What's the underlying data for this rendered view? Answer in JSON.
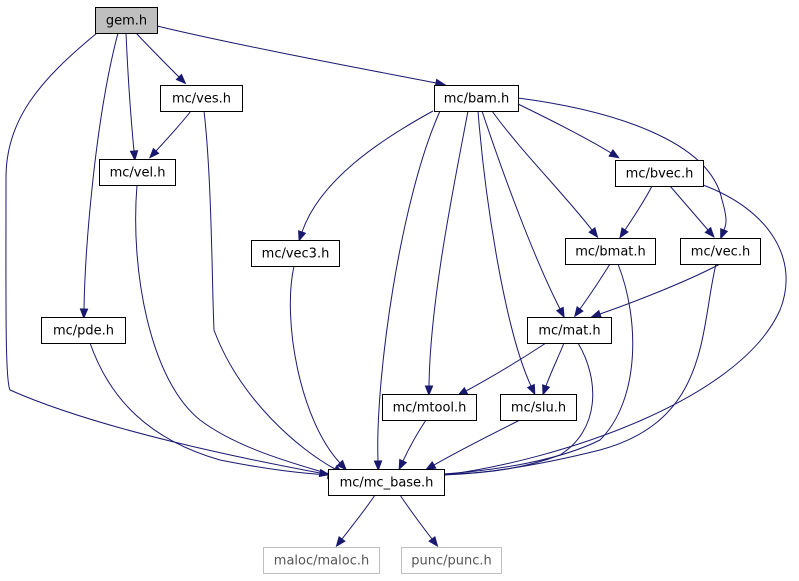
{
  "nodes": [
    {
      "id": "gem",
      "label": "gem.h",
      "kind": "root"
    },
    {
      "id": "ves",
      "label": "mc/ves.h",
      "kind": "normal"
    },
    {
      "id": "bam",
      "label": "mc/bam.h",
      "kind": "normal"
    },
    {
      "id": "vel",
      "label": "mc/vel.h",
      "kind": "normal"
    },
    {
      "id": "bvec",
      "label": "mc/bvec.h",
      "kind": "normal"
    },
    {
      "id": "vec3",
      "label": "mc/vec3.h",
      "kind": "normal"
    },
    {
      "id": "bmat",
      "label": "mc/bmat.h",
      "kind": "normal"
    },
    {
      "id": "vec",
      "label": "mc/vec.h",
      "kind": "normal"
    },
    {
      "id": "pde",
      "label": "mc/pde.h",
      "kind": "normal"
    },
    {
      "id": "mat",
      "label": "mc/mat.h",
      "kind": "normal"
    },
    {
      "id": "mtool",
      "label": "mc/mtool.h",
      "kind": "normal"
    },
    {
      "id": "slu",
      "label": "mc/slu.h",
      "kind": "normal"
    },
    {
      "id": "mcbase",
      "label": "mc/mc_base.h",
      "kind": "normal"
    },
    {
      "id": "maloc",
      "label": "maloc/maloc.h",
      "kind": "external"
    },
    {
      "id": "punc",
      "label": "punc/punc.h",
      "kind": "external"
    }
  ],
  "edges": [
    {
      "from": "gem",
      "to": "ves"
    },
    {
      "from": "gem",
      "to": "bam"
    },
    {
      "from": "gem",
      "to": "vel"
    },
    {
      "from": "gem",
      "to": "pde"
    },
    {
      "from": "gem",
      "to": "mcbase"
    },
    {
      "from": "ves",
      "to": "vel"
    },
    {
      "from": "ves",
      "to": "mcbase"
    },
    {
      "from": "vel",
      "to": "mcbase"
    },
    {
      "from": "bam",
      "to": "bvec"
    },
    {
      "from": "bam",
      "to": "vec3"
    },
    {
      "from": "bam",
      "to": "bmat"
    },
    {
      "from": "bam",
      "to": "vec"
    },
    {
      "from": "bam",
      "to": "mat"
    },
    {
      "from": "bam",
      "to": "mtool"
    },
    {
      "from": "bam",
      "to": "slu"
    },
    {
      "from": "bam",
      "to": "mcbase"
    },
    {
      "from": "bvec",
      "to": "bmat"
    },
    {
      "from": "bvec",
      "to": "vec"
    },
    {
      "from": "bvec",
      "to": "mcbase"
    },
    {
      "from": "vec3",
      "to": "mcbase"
    },
    {
      "from": "bmat",
      "to": "mat"
    },
    {
      "from": "bmat",
      "to": "mcbase"
    },
    {
      "from": "vec",
      "to": "mat"
    },
    {
      "from": "vec",
      "to": "mcbase"
    },
    {
      "from": "pde",
      "to": "mcbase"
    },
    {
      "from": "mat",
      "to": "mtool"
    },
    {
      "from": "mat",
      "to": "slu"
    },
    {
      "from": "mat",
      "to": "mcbase"
    },
    {
      "from": "mtool",
      "to": "mcbase"
    },
    {
      "from": "slu",
      "to": "mcbase"
    },
    {
      "from": "mcbase",
      "to": "maloc"
    },
    {
      "from": "mcbase",
      "to": "punc"
    }
  ]
}
